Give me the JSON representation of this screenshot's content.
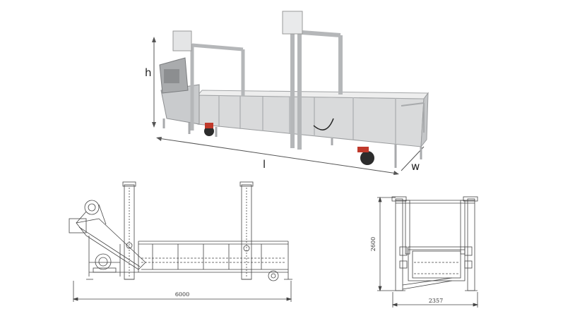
{
  "photo_labels": {
    "height": "h",
    "length": "l",
    "width": "w"
  },
  "side_view": {
    "length_dimension": "6000"
  },
  "end_view": {
    "height_dimension": "2600",
    "width_dimension": "2357"
  }
}
